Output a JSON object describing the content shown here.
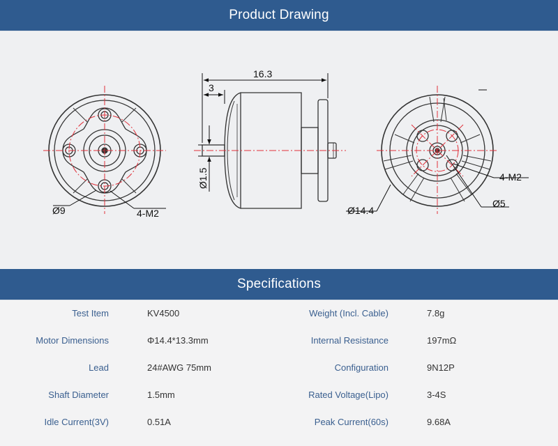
{
  "sections": {
    "drawing_title": "Product Drawing",
    "specs_title": "Specifications"
  },
  "drawing": {
    "front_left_dia": "Ø9",
    "front_left_holes": "4-M2",
    "side_length": "16.3",
    "side_short": "3",
    "side_shaft": "Ø1.5",
    "rear_dia": "Ø14.4",
    "rear_holes": "4-M2",
    "rear_inner": "Ø5"
  },
  "specs": [
    {
      "label_left": "Test Item",
      "value_left": "KV4500",
      "label_right": "Weight (Incl. Cable)",
      "value_right": "7.8g"
    },
    {
      "label_left": "Motor Dimensions",
      "value_left": "Φ14.4*13.3mm",
      "label_right": "Internal Resistance",
      "value_right": "197mΩ"
    },
    {
      "label_left": "Lead",
      "value_left": "24#AWG 75mm",
      "label_right": "Configuration",
      "value_right": "9N12P"
    },
    {
      "label_left": "Shaft Diameter",
      "value_left": "1.5mm",
      "label_right": "Rated Voltage(Lipo)",
      "value_right": "3-4S"
    },
    {
      "label_left": "Idle Current(3V)",
      "value_left": "0.51A",
      "label_right": "Peak Current(60s)",
      "value_right": "9.68A"
    }
  ],
  "colors": {
    "banner": "#2f5b8f",
    "label": "#3a5f8f",
    "centerline": "#e0303a"
  }
}
